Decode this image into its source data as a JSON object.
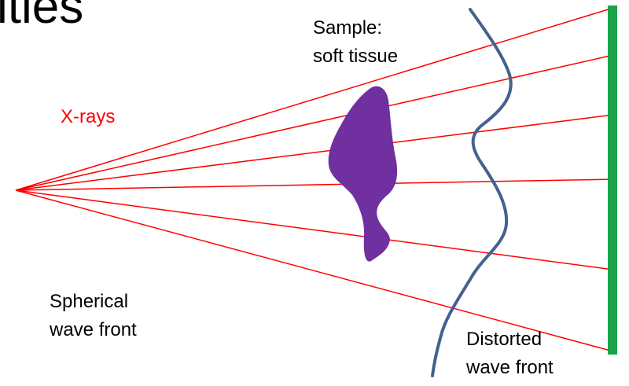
{
  "title_fragment": "ities",
  "labels": {
    "sample_line1": "Sample:",
    "sample_line2": "soft tissue",
    "xrays": "X-rays",
    "spherical_line1": "Spherical",
    "spherical_line2": "wave front",
    "distorted_line1": "Distorted",
    "distorted_line2": "wave front"
  },
  "colors": {
    "rays": "#ff0000",
    "xrays_text": "#ff0000",
    "sample": "#7030a0",
    "wavefront": "#44628f",
    "detector": "#1aa34a",
    "text": "#000000"
  }
}
